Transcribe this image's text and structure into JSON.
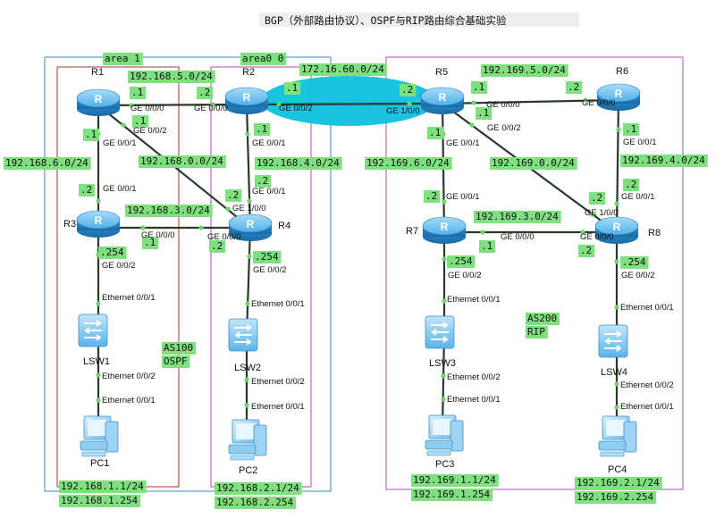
{
  "title": "BGP（外部路由协议）、OSPF与RIP路由综合基础实验",
  "areas": {
    "area1": "area 1",
    "area0": "area0 0"
  },
  "as_labels": {
    "as100": {
      "line1": "AS100",
      "line2": "OSPF"
    },
    "as200": {
      "line1": "AS200",
      "line2": "RIP"
    }
  },
  "devices": {
    "r1": "R1",
    "r2": "R2",
    "r3": "R3",
    "r4": "R4",
    "r5": "R5",
    "r6": "R6",
    "r7": "R7",
    "r8": "R8",
    "lsw1": "LSW1",
    "lsw2": "LSW2",
    "lsw3": "LSW3",
    "lsw4": "LSW4",
    "pc1": "PC1",
    "pc2": "PC2",
    "pc3": "PC3",
    "pc4": "PC4"
  },
  "networks": {
    "n_r1r2": "192.168.5.0/24",
    "n_r2r5": "172.16.60.0/24",
    "n_r5r6": "192.169.5.0/24",
    "n_r1r3": "192.168.6.0/24",
    "n_r1r4": "192.168.0.0/24",
    "n_r2r4": "192.168.4.0/24",
    "n_r3r4": "192.168.3.0/24",
    "n_r5r7": "192.169.6.0/24",
    "n_r5r8": "192.169.0.0/24",
    "n_r6r8": "192.169.4.0/24",
    "n_r7r8": "192.169.3.0/24"
  },
  "ips": {
    "r1_r2": ".1",
    "r2_r1": ".2",
    "r2_r5": ".1",
    "r5_r2": ".2",
    "r5_r6": ".1",
    "r6_r5": ".2",
    "r1_r4": ".1",
    "r1_r3": ".1",
    "r3_r1": ".2",
    "r2_r4": ".1",
    "r4_r2": ".2",
    "r4_r1": ".2",
    "r3_r4": ".1",
    "r4_r3": ".2",
    "r3_lsw": ".254",
    "r4_lsw": ".254",
    "r5_r7": ".1",
    "r5_r8": ".1",
    "r7_r5": ".2",
    "r6_r8": ".1",
    "r8_r6": ".2",
    "r8_r5": ".2",
    "r7_r8": ".1",
    "r8_r7": ".2",
    "r7_lsw": ".254",
    "r8_lsw": ".254"
  },
  "ports": {
    "r1_ge000": "GE 0/0/0",
    "r2_ge000": "GE 0/0/0",
    "r1_ge002": "GE 0/0/2",
    "r2_ge002": "GE 0/0/2",
    "r5_ge100": "GE 1/0/0",
    "r5_ge000": "GE 0/0/0",
    "r6_ge000": "GE 0/0/0",
    "r5_ge002": "GE 0/0/2",
    "r1_ge001": "GE 0/0/1",
    "r2_ge001": "GE 0/0/1",
    "r5_ge001": "GE 0/0/1",
    "r6_ge001": "GE 0/0/1",
    "r3_ge001": "GE 0/0/1",
    "r4_ge001": "GE 0/0/1",
    "r7_ge001": "GE 0/0/1",
    "r8_ge001": "GE 0/0/1",
    "r4_ge100": "GE 1/0/0",
    "r8_ge100": "GE 1/0/0",
    "r3_ge000": "GE 0/0/0",
    "r4_ge000": "GE 0/0/0",
    "r7_ge000": "GE 0/0/0",
    "r8_ge000": "GE 0/0/0",
    "r3_ge002": "GE 0/0/2",
    "r4_ge002": "GE 0/0/2",
    "r7_ge002": "GE 0/0/2",
    "r8_ge002": "GE 0/0/2",
    "lsw1_e1": "Ethernet 0/0/1",
    "lsw1_e2": "Ethernet 0/0/2",
    "pc1_e1": "Ethernet 0/0/1",
    "lsw2_e1": "Ethernet 0/0/1",
    "lsw2_e2": "Ethernet 0/0/2",
    "pc2_e1": "Ethernet 0/0/1",
    "lsw3_e1": "Ethernet 0/0/1",
    "lsw3_e2": "Ethernet 0/0/2",
    "pc3_e1": "Ethernet 0/0/1",
    "lsw4_e1": "Ethernet 0/0/1",
    "lsw4_e2": "Ethernet 0/0/2",
    "pc4_e1": "Ethernet 0/0/1"
  },
  "pc_info": {
    "pc1_ip": "192.168.1.1/24",
    "pc1_gw": "192.168.1.254",
    "pc2_ip": "192.168.2.1/24",
    "pc2_gw": "192.168.2.254",
    "pc3_ip": "192.169.1.1/24",
    "pc3_gw": "192.169.1.254",
    "pc4_ip": "192.169.2.1/24",
    "pc4_gw": "192.169.2.254"
  },
  "colors": {
    "label_green": "#7fe07f",
    "router_blue": "#3aa0e0",
    "bgp_ellipse": "#19c4e0",
    "link_dark": "#2a3a2a",
    "port_dot": "#6cd66c",
    "area1_border": "#b03030",
    "area0_border": "#c040a8",
    "as100_border": "#3a88c8",
    "as200_border": "#b050b0"
  }
}
